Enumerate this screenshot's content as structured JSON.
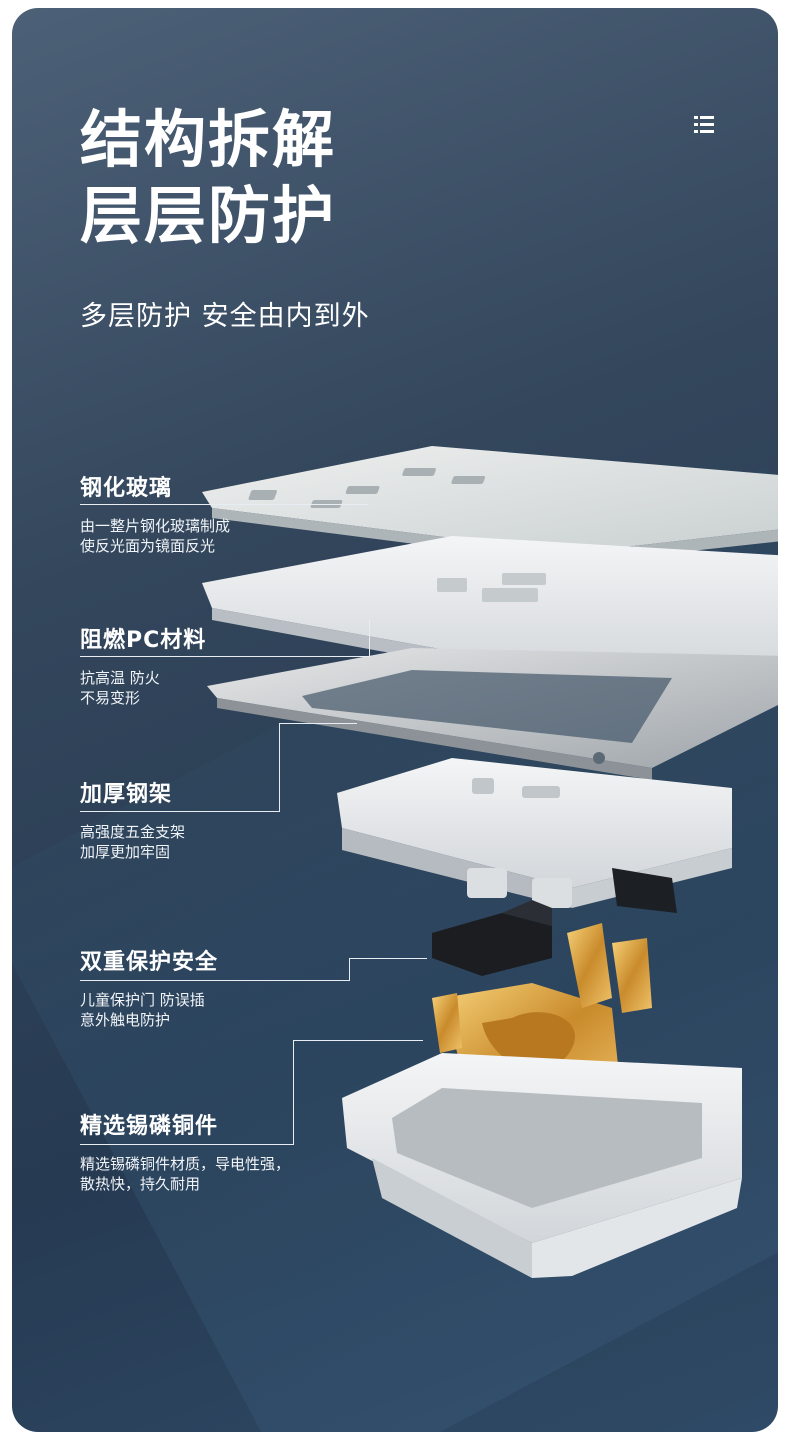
{
  "header": {
    "title_line1": "结构拆解",
    "title_line2": "层层防护",
    "subtitle": "多层防护  安全由内到外",
    "menu_icon": "menu-icon"
  },
  "features": [
    {
      "title": "钢化玻璃",
      "desc": "由一整片钢化玻璃制成\n使反光面为镜面反光"
    },
    {
      "title": "阻燃PC材料",
      "desc": "抗高温 防火\n不易变形"
    },
    {
      "title": "加厚钢架",
      "desc": "高强度五金支架\n加厚更加牢固"
    },
    {
      "title": "双重保护安全",
      "desc": "儿童保护门 防误插\n意外触电防护"
    },
    {
      "title": "精选锡磷铜件",
      "desc": "精选锡磷铜件材质，导电性强，\n散热快，持久耐用"
    }
  ],
  "colors": {
    "background_top": "#4c6077",
    "background_bottom": "#263a52",
    "text": "#ffffff",
    "copper": "#d9a44a"
  }
}
